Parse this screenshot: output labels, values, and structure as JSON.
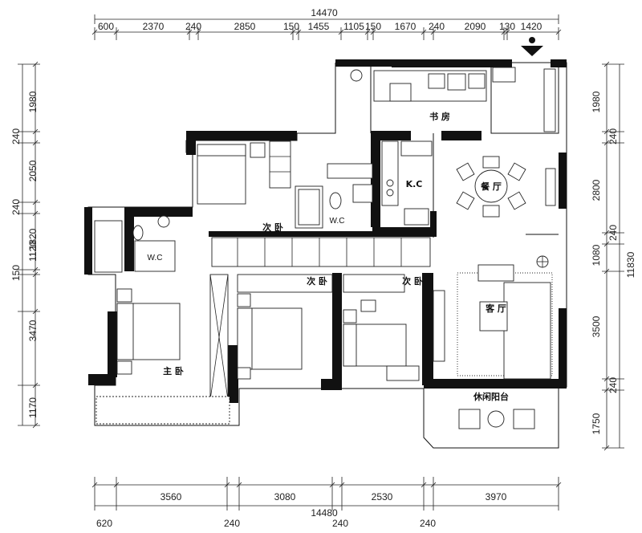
{
  "dimensions": {
    "top_total": "14470",
    "top_segments": [
      "600",
      "2370",
      "240",
      "2850",
      "150",
      "1455",
      "1105",
      "150",
      "1670",
      "240",
      "2090",
      "130",
      "1420"
    ],
    "bottom_total": "14480",
    "bottom_rooms": [
      "3560",
      "3080",
      "2530",
      "3970"
    ],
    "bottom_walls": [
      "620",
      "240",
      "240",
      "240"
    ],
    "left_segments": [
      "1980",
      "240",
      "2050",
      "240",
      "1820",
      "150",
      "1120",
      "3470",
      "1170"
    ],
    "right_segments": [
      "1980",
      "240",
      "2800",
      "240",
      "1080",
      "3500",
      "240",
      "1750"
    ],
    "right_total": "11830"
  },
  "rooms": {
    "study": "书 房",
    "dining": "餐 厅",
    "kitchen": "K.C",
    "bedroom2a": "次 卧",
    "wc_center": "W.C",
    "wc_left": "W.C",
    "bedroom2b": "次 卧",
    "bedroom2c": "次 卧",
    "master": "主 卧",
    "living": "客 厅",
    "balcony": "休闲阳台"
  }
}
